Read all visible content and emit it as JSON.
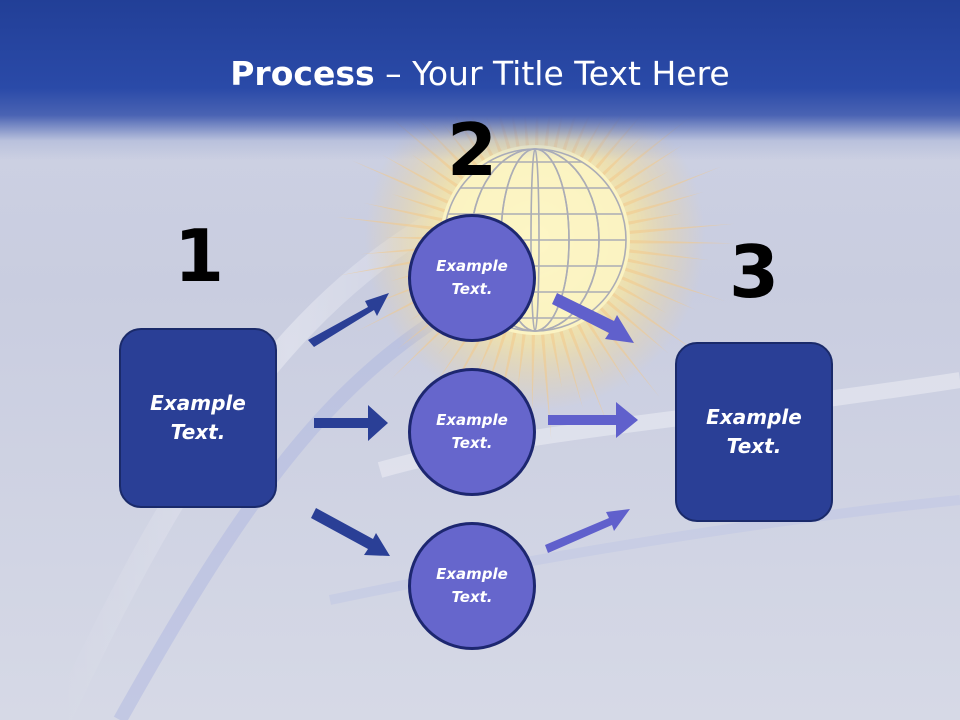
{
  "header": {
    "title_bold": "Process",
    "title_rest": " – Your Title Text Here"
  },
  "colors": {
    "header_blue": "#223f97",
    "box_fill": "#2a3f96",
    "circle_fill": "#6666cc",
    "arrow_dark": "#2a3f96",
    "arrow_light": "#6060cc"
  },
  "numbers": [
    "1",
    "2",
    "3"
  ],
  "left_box": {
    "line1": "Example",
    "line2": "Text."
  },
  "right_box": {
    "line1": "Example",
    "line2": "Text."
  },
  "circles": [
    {
      "line1": "Example",
      "line2": "Text."
    },
    {
      "line1": "Example",
      "line2": "Text."
    },
    {
      "line1": "Example",
      "line2": "Text."
    }
  ],
  "background_icon": "globe-sunburst-icon"
}
